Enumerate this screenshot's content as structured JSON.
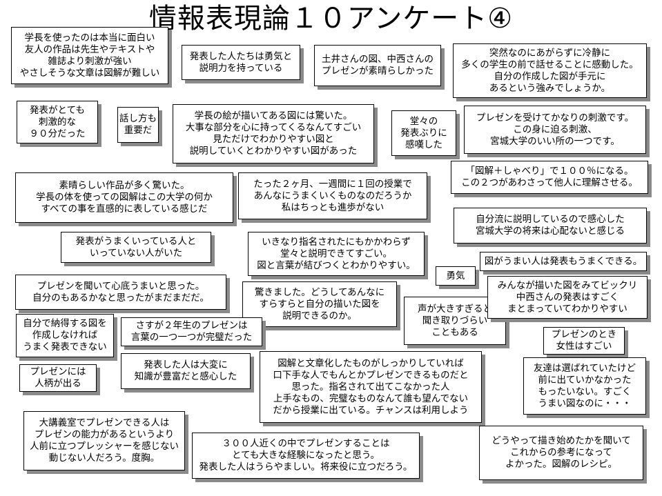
{
  "title": "情報表現論１０アンケート④",
  "comments": [
    {
      "lines": [
        "学長を使ったのは本当に面白い",
        "友人の作品は先生やテキストや",
        "雑誌より刺激が強い",
        "やさしそうな文章は図解が難しい"
      ]
    },
    {
      "lines": [
        "発表した人たちは勇気と",
        "説明力を持っている"
      ]
    },
    {
      "lines": [
        "土井さんの図、中西さんの",
        "プレゼンが素晴らしかった"
      ]
    },
    {
      "lines": [
        "突然なのにあがらずに冷静に",
        "多くの学生の前で話せることに感動した。",
        "自分の作成した図が手元に",
        "あるという強みでしょうか。"
      ]
    },
    {
      "lines": [
        "発表がとても",
        "刺激的な",
        "９０分だった"
      ]
    },
    {
      "lines": [
        "話し方も",
        "重要だ"
      ]
    },
    {
      "lines": [
        "学長の絵が描いてある図には驚いた。",
        "大事な部分を心に持ってくるなんてすごい",
        "見ただけでわかりやすい図と",
        "説明していくとわかりやすい図があった"
      ]
    },
    {
      "lines": [
        "堂々の",
        "発表ぶりに",
        "感嘆した"
      ]
    },
    {
      "lines": [
        "プレゼンを受けてかなりの刺激です。",
        "この身に迫る刺激、",
        "宮城大学のいい所の一つです。"
      ]
    },
    {
      "lines": [
        "「図解＋しゃべり」で１００％になる。",
        "この２つがあわさって他人に理解させる。"
      ]
    },
    {
      "lines": [
        "素晴らしい作品が多く驚いた。",
        "学長の体を使っての図解はこの大学の何か",
        "すべての事を直感的に表している感じだ"
      ]
    },
    {
      "lines": [
        "たった２ヶ月、一週間に１回の授業で",
        "あんなにうまくいくものなのだろうか",
        "私はちっとも進歩がない"
      ]
    },
    {
      "lines": [
        "自分流に説明しているので感心した",
        "宮城大学の将来は心配ないと感じる"
      ]
    },
    {
      "lines": [
        "発表がうまくいっている人と",
        "いっていない人がいた"
      ]
    },
    {
      "lines": [
        "いきなり指名されたにもかかわらず",
        "堂々と説明できてすごい。",
        "図と言葉が結びつくとわかりやすい。"
      ]
    },
    {
      "lines": [
        "図がうまい人は発表もうまくできる。"
      ]
    },
    {
      "lines": [
        "勇気"
      ]
    },
    {
      "lines": [
        "プレゼンを聞いて心底うまいと思った。",
        "自分のもあるかなと思ったがまだまだだ。"
      ]
    },
    {
      "lines": [
        "驚きました。どうしてあんなに",
        "すらすらと自分の描いた図を",
        "説明できるのか。"
      ]
    },
    {
      "lines": [
        "声が大きすぎると",
        "聞き取りづらい",
        "こともある"
      ]
    },
    {
      "lines": [
        "みんなが描いた図をみてビックリ",
        "中西さんの発表はすごく",
        "まとまっていてわかりやすい"
      ]
    },
    {
      "lines": [
        "自分で納得する図を",
        "作成しなければ",
        "うまく発表できない"
      ]
    },
    {
      "lines": [
        "さすが２年生のプレゼンは",
        "言葉の一つ一つが完璧だった"
      ]
    },
    {
      "lines": [
        "プレゼンのとき",
        "女性はすごい"
      ]
    },
    {
      "lines": [
        "プレゼンには",
        "人柄が出る"
      ]
    },
    {
      "lines": [
        "発表した人は大変に",
        "知識が豊富だと感心した"
      ]
    },
    {
      "lines": [
        "図解と文章化したものがしっかりしていれば",
        "口下手な人でもんとかプレゼンできるものだと",
        "思った。指名されて出てこなかった人",
        "上手なもの、完璧なものなんて誰も望んでない",
        "だから授業に出ている。チャンスは利用しよう"
      ]
    },
    {
      "lines": [
        "友達は選ばれていたけど",
        "前に出ていかなかった",
        "もったいない。すごく",
        "うまい図なのに・・・"
      ]
    },
    {
      "lines": [
        "大講義室でプレゼンできる人は",
        "プレゼンの能力があるというより",
        "人前に立つプレッシャーを感じない",
        "動じない人だろう。度胸。"
      ]
    },
    {
      "lines": [
        "３００人近くの中でプレゼンすることは",
        "とても大きな経験になったと思う。",
        "発表した人はうらやましい。将来役に立つだろう。"
      ]
    },
    {
      "lines": [
        "どうやって描き始めたかを聞いて",
        "これからの参考になって",
        "よかった。図解のレシピ。"
      ]
    }
  ]
}
